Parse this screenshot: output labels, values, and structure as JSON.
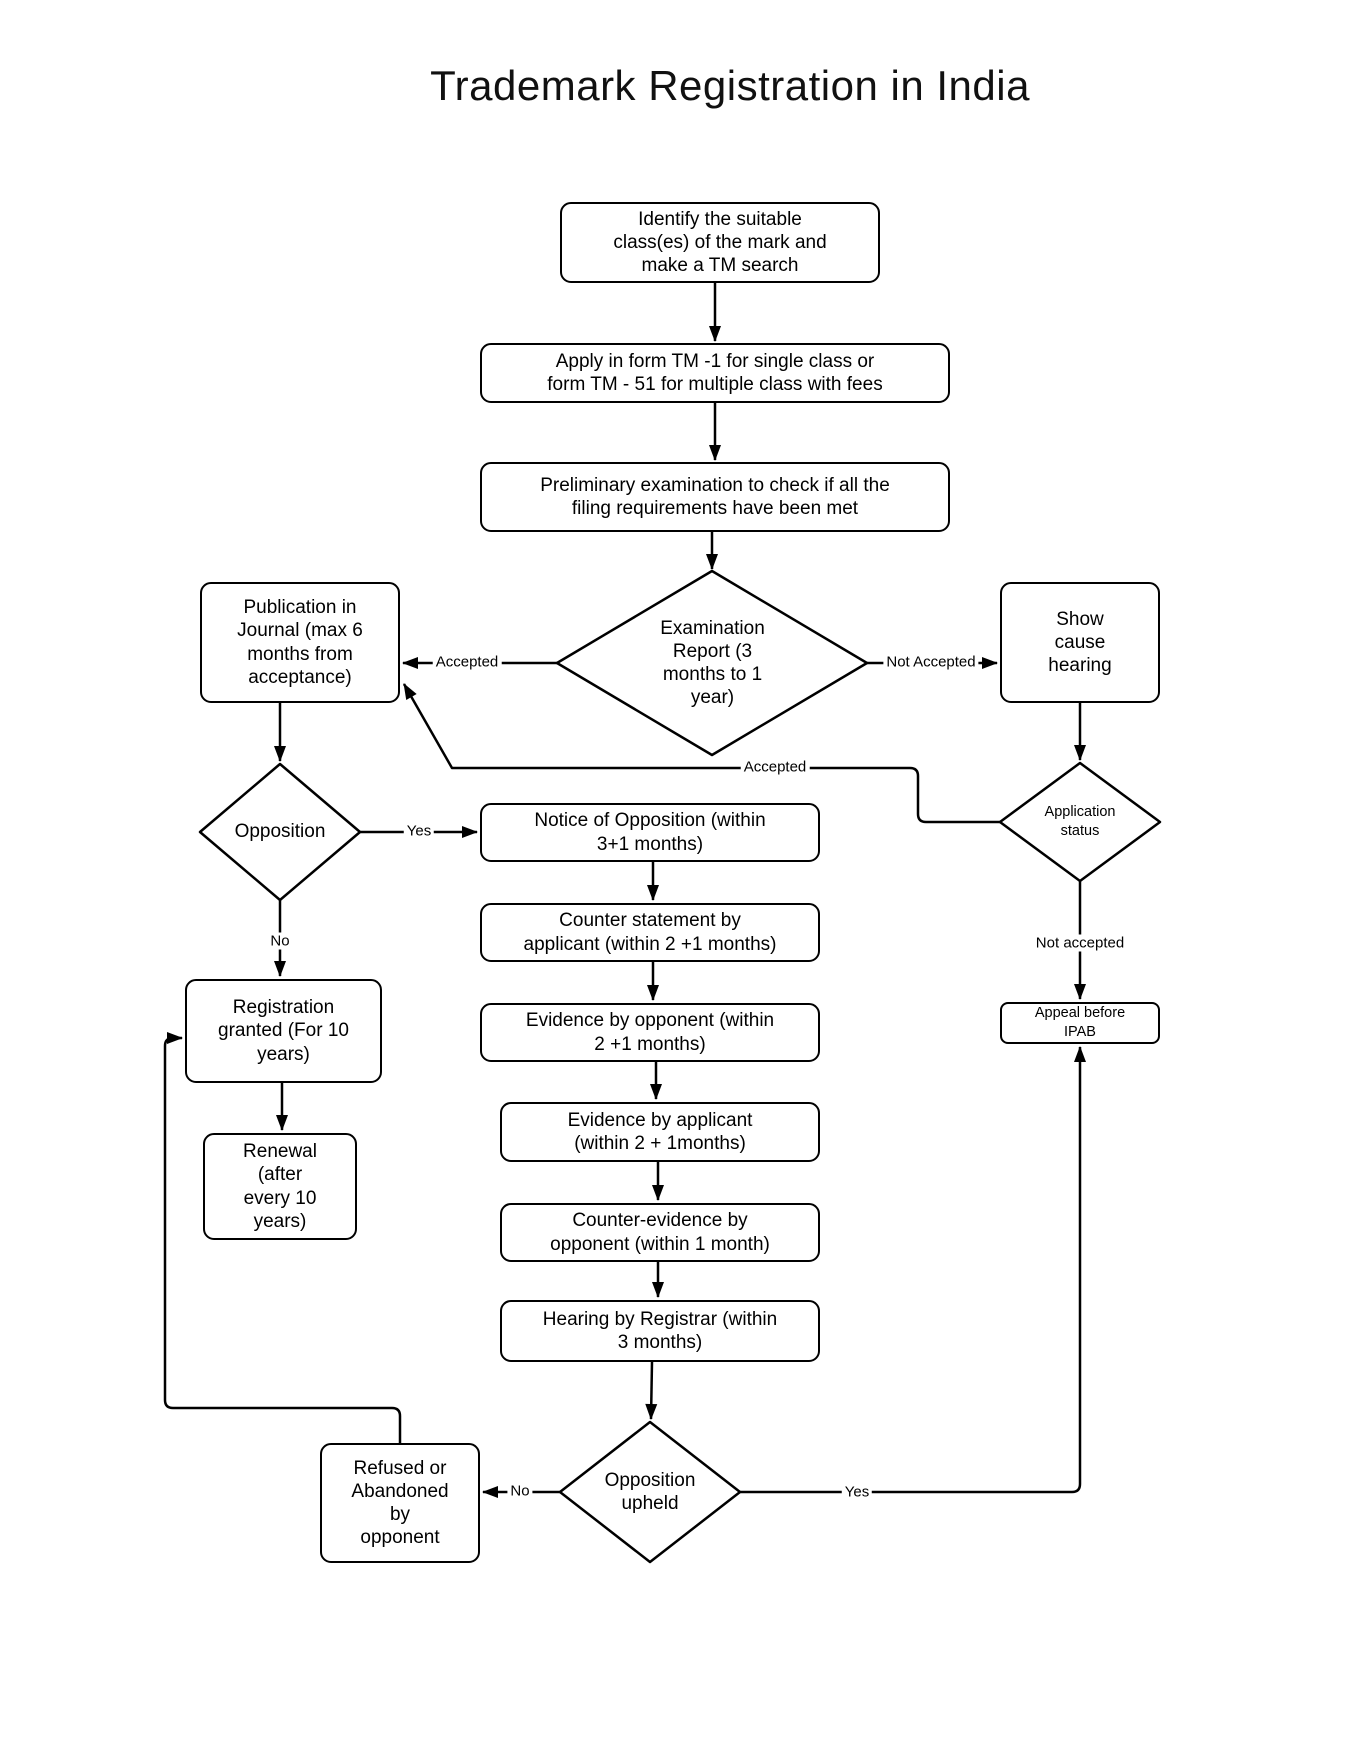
{
  "title": "Trademark Registration in India",
  "nodes": {
    "identify": {
      "label": [
        "Identify the suitable",
        "class(es) of the mark and",
        "make a TM search"
      ]
    },
    "apply": {
      "label": [
        "Apply in form TM -1 for single class or",
        "form TM - 51 for multiple class with fees"
      ]
    },
    "preliminary": {
      "label": [
        "Preliminary examination to check if all the",
        "filing requirements have been met"
      ]
    },
    "examination": {
      "label": [
        "Examination",
        "Report (3",
        "months to 1",
        "year)"
      ]
    },
    "publication": {
      "label": [
        "Publication in",
        "Journal (max 6",
        "months from",
        "acceptance)"
      ]
    },
    "show_cause": {
      "label": [
        "Show",
        "cause",
        "hearing"
      ]
    },
    "app_status": {
      "label": [
        "Application",
        "status"
      ]
    },
    "opposition": {
      "label": [
        "Opposition"
      ]
    },
    "notice": {
      "label": [
        "Notice of Opposition (within",
        "3+1 months)"
      ]
    },
    "counter_statement": {
      "label": [
        "Counter statement by",
        "applicant (within 2 +1 months)"
      ]
    },
    "evidence_opponent": {
      "label": [
        "Evidence by opponent (within",
        "2 +1 months)"
      ]
    },
    "evidence_applicant": {
      "label": [
        "Evidence by applicant",
        "(within 2 + 1months)"
      ]
    },
    "counter_evidence": {
      "label": [
        "Counter-evidence by",
        "opponent (within 1 month)"
      ]
    },
    "hearing": {
      "label": [
        "Hearing by Registrar (within",
        "3 months)"
      ]
    },
    "registration": {
      "label": [
        "Registration",
        "granted (For 10",
        "years)"
      ]
    },
    "renewal": {
      "label": [
        "Renewal",
        "(after",
        "every 10",
        "years)"
      ]
    },
    "opposition_upheld": {
      "label": [
        "Opposition",
        "upheld"
      ]
    },
    "refused": {
      "label": [
        "Refused or",
        "Abandoned",
        "by",
        "opponent"
      ]
    },
    "appeal": {
      "label": [
        "Appeal before",
        "IPAB"
      ]
    }
  },
  "edge_labels": {
    "accepted_examination": "Accepted",
    "not_accepted_examination": "Not Accepted",
    "accepted_status": "Accepted",
    "yes_opposition": "Yes",
    "no_opposition": "No",
    "not_accepted_status": "Not accepted",
    "no_upheld": "No",
    "yes_upheld": "Yes"
  }
}
